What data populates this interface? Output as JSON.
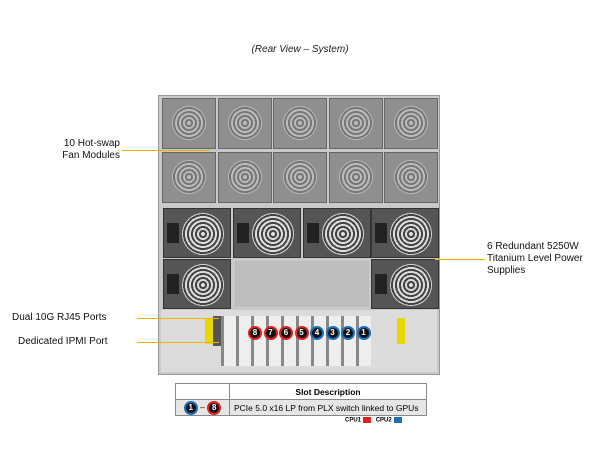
{
  "title": "(Rear View – System)",
  "callouts": {
    "fans": [
      "10 Hot-swap",
      "Fan Modules"
    ],
    "psu": [
      "6 Redundant 5250W",
      "Titanium Level Power",
      "Supplies"
    ],
    "rj45": "Dual 10G RJ45 Ports",
    "ipmi": "Dedicated IPMI Port"
  },
  "slots": [
    {
      "n": "8",
      "cpu": "red"
    },
    {
      "n": "7",
      "cpu": "red"
    },
    {
      "n": "6",
      "cpu": "red"
    },
    {
      "n": "5",
      "cpu": "red"
    },
    {
      "n": "4",
      "cpu": "blue"
    },
    {
      "n": "3",
      "cpu": "blue"
    },
    {
      "n": "2",
      "cpu": "blue"
    },
    {
      "n": "1",
      "cpu": "blue"
    }
  ],
  "table": {
    "header": "Slot Description",
    "range_start": "1",
    "range_sep": "–",
    "range_end": "8",
    "description": "PCIe 5.0 x16 LP from PLX switch linked to GPUs"
  },
  "legend": {
    "cpu1": "CPU1",
    "cpu2": "CPU2",
    "cpu1_color": "#e02020",
    "cpu2_color": "#1a6fc0"
  }
}
